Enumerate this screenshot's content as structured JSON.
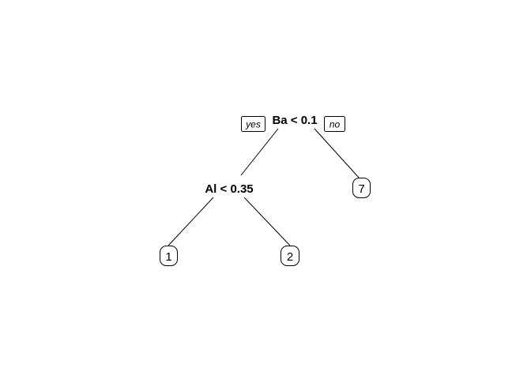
{
  "tree": {
    "root": {
      "split": "Ba < 0.1",
      "yes_tag": "yes",
      "no_tag": "no"
    },
    "node_left": {
      "split": "Al < 0.35"
    },
    "leaves": {
      "left_left": "1",
      "left_right": "2",
      "right": "7"
    }
  },
  "colors": {
    "line": "#000000",
    "background": "#ffffff"
  }
}
